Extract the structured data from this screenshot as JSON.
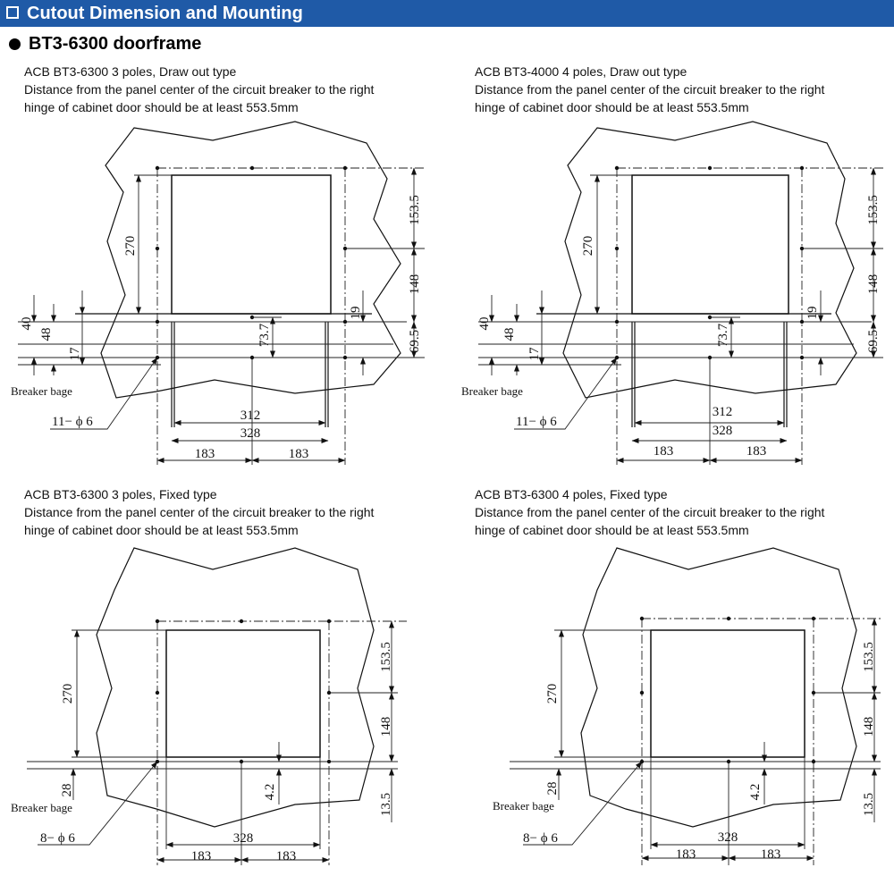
{
  "header": {
    "title": "Cutout Dimension and Mounting"
  },
  "section": {
    "title": "BT3-6300 doorframe"
  },
  "panels": [
    {
      "heading": "ACB BT3-6300 3 poles, Draw out type",
      "desc_line1": "Distance from the panel center of the circuit breaker to the right",
      "desc_line2": "hinge of cabinet door should be at least 553.5mm",
      "dims": {
        "d270": "270",
        "d153_5": "153.5",
        "d148": "148",
        "d19": "19",
        "d69_5": "69.5",
        "d40": "40",
        "d48": "48",
        "d17": "17",
        "d73_7": "73.7",
        "d312": "312",
        "d328": "328",
        "d183a": "183",
        "d183b": "183"
      },
      "breaker_label": "Breaker bage",
      "hole_label": "11− ϕ 6"
    },
    {
      "heading": "ACB BT3-4000 4 poles, Draw out type",
      "desc_line1": "Distance from the panel center of the circuit breaker to the right",
      "desc_line2": "hinge of cabinet door should be at least 553.5mm",
      "dims": {
        "d270": "270",
        "d153_5": "153.5",
        "d148": "148",
        "d19": "19",
        "d69_5": "69.5",
        "d40": "40",
        "d48": "48",
        "d17": "17",
        "d73_7": "73.7",
        "d312": "312",
        "d328": "328",
        "d183a": "183",
        "d183b": "183"
      },
      "breaker_label": "Breaker bage",
      "hole_label": "11− ϕ 6"
    },
    {
      "heading": "ACB BT3-6300 3 poles, Fixed type",
      "desc_line1": "Distance from the panel center of the circuit breaker to the right",
      "desc_line2": "hinge of cabinet door should be at least 553.5mm",
      "dims": {
        "d270": "270",
        "d153_5": "153.5",
        "d148": "148",
        "d28": "28",
        "d4_2": "4.2",
        "d13_5": "13.5",
        "d328": "328",
        "d183a": "183",
        "d183b": "183"
      },
      "breaker_label": "Breaker bage",
      "hole_label": "8− ϕ 6"
    },
    {
      "heading": "ACB BT3-6300 4 poles, Fixed type",
      "desc_line1": "Distance from the panel center of the circuit breaker to the right",
      "desc_line2": "hinge of cabinet door should be at least 553.5mm",
      "dims": {
        "d270": "270",
        "d153_5": "153.5",
        "d148": "148",
        "d28": "28",
        "d4_2": "4.2",
        "d13_5": "13.5",
        "d328": "328",
        "d183a": "183",
        "d183b": "183"
      },
      "breaker_label": "Breaker bage",
      "hole_label": "8− ϕ 6"
    }
  ]
}
